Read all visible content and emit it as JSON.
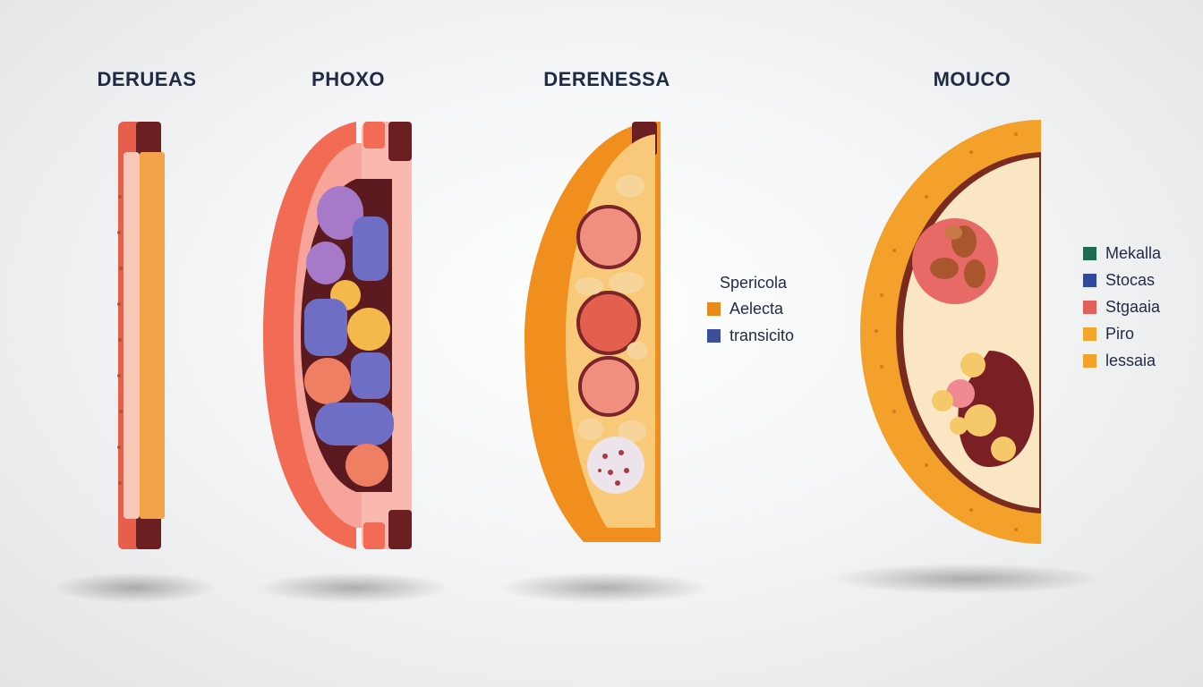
{
  "panels": [
    {
      "title": "DERUEAS"
    },
    {
      "title": "PHOXO"
    },
    {
      "title": "DERENESSA"
    },
    {
      "title": "MOUCO"
    }
  ],
  "legend_middle": {
    "title": "Spericola",
    "items": [
      {
        "label": "Aelecta",
        "color": "#e8891c"
      },
      {
        "label": "transicito",
        "color": "#3b4f9c"
      }
    ]
  },
  "legend_right": {
    "items": [
      {
        "label": "Mekalla",
        "color": "#1e6b4f"
      },
      {
        "label": "Stocas",
        "color": "#2f4a9a"
      },
      {
        "label": "Stgaaia",
        "color": "#e2605a"
      },
      {
        "label": "Piro",
        "color": "#f2a72c"
      },
      {
        "label": "lessaia",
        "color": "#f4a12a"
      }
    ]
  }
}
